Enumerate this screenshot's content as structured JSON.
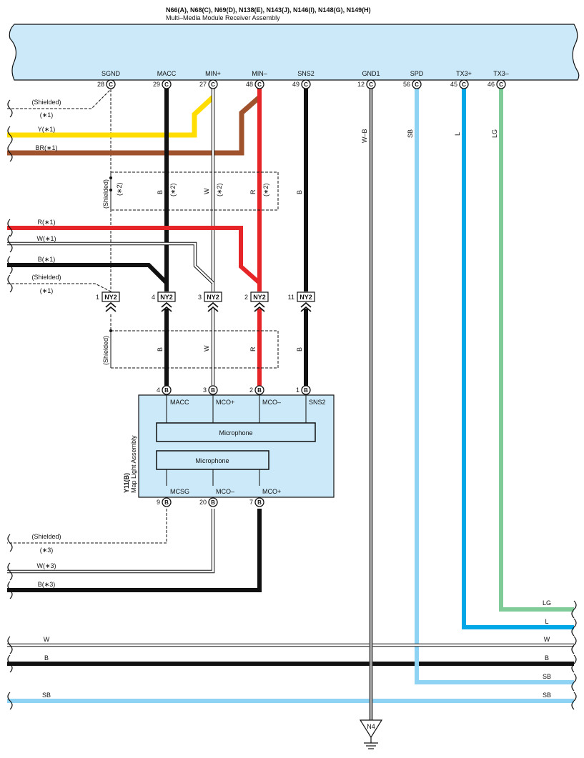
{
  "header": {
    "title": "N66(A), N68(C), N69(D), N138(E), N143(J), N146(I), N148(G), N149(H)",
    "subtitle": "Multi–Media Module Receiver Assembly"
  },
  "receiver_pins": [
    {
      "name": "SGND",
      "num": "28",
      "conn": "C"
    },
    {
      "name": "MACC",
      "num": "29",
      "conn": "C"
    },
    {
      "name": "MIN+",
      "num": "27",
      "conn": "C"
    },
    {
      "name": "MIN–",
      "num": "48",
      "conn": "C"
    },
    {
      "name": "SNS2",
      "num": "49",
      "conn": "C"
    },
    {
      "name": "GND1",
      "num": "12",
      "conn": "C"
    },
    {
      "name": "SPD",
      "num": "56",
      "conn": "C"
    },
    {
      "name": "TX3+",
      "num": "45",
      "conn": "C"
    },
    {
      "name": "TX3–",
      "num": "46",
      "conn": "C"
    }
  ],
  "left_wires_top": [
    {
      "label": "(Shielded)",
      "note": "(∗1)"
    },
    {
      "label": "Y(∗1)"
    },
    {
      "label": "BR(∗1)"
    }
  ],
  "left_wires_mid": [
    {
      "label": "R(∗1)"
    },
    {
      "label": "W(∗1)"
    },
    {
      "label": "B(∗1)"
    },
    {
      "label": "(Shielded)",
      "note": "(∗1)"
    }
  ],
  "left_wires_bottom": [
    {
      "label": "(Shielded)",
      "note": "(∗3)"
    },
    {
      "label": "W(∗3)"
    },
    {
      "label": "B(∗3)"
    }
  ],
  "shield_top": {
    "label": "(Shielded)",
    "note": "(∗2)"
  },
  "shield_bottom": {
    "label": "(Shielded)"
  },
  "wire_colors_upper": {
    "macc": "B",
    "macc_note": "(∗2)",
    "minp": "W",
    "minp_note": "(∗2)",
    "minm": "R",
    "minm_note": "(∗2)",
    "sns2": "B"
  },
  "wire_colors_lower": {
    "macc": "B",
    "minp": "W",
    "minm": "R",
    "sns2": "B"
  },
  "vertical_labels": {
    "gnd1": "W–B",
    "spd": "SB",
    "tx3p": "L",
    "tx3m": "LG"
  },
  "junction": [
    {
      "num": "1",
      "name": "NY2"
    },
    {
      "num": "4",
      "name": "NY2"
    },
    {
      "num": "3",
      "name": "NY2"
    },
    {
      "num": "2",
      "name": "NY2"
    },
    {
      "num": "11",
      "name": "NY2"
    }
  ],
  "map_light": {
    "id": "Y11(B)",
    "name": "Map Light Assembly",
    "top_pins": [
      {
        "num": "4",
        "conn": "B",
        "name": "MACC"
      },
      {
        "num": "3",
        "conn": "B",
        "name": "MCO+"
      },
      {
        "num": "2",
        "conn": "B",
        "name": "MCO–"
      },
      {
        "num": "1",
        "conn": "B",
        "name": "SNS2"
      }
    ],
    "bottom_pins": [
      {
        "num": "9",
        "conn": "B",
        "name": "MCSG"
      },
      {
        "num": "20",
        "conn": "B",
        "name": "MCO–"
      },
      {
        "num": "7",
        "conn": "B",
        "name": "MCO+"
      }
    ],
    "mic1": "Microphone",
    "mic2": "Microphone"
  },
  "right_wires": [
    {
      "label": "LG"
    },
    {
      "label": "L"
    },
    {
      "label": "W"
    },
    {
      "label": "B"
    },
    {
      "label": "SB"
    },
    {
      "label": "SB"
    }
  ],
  "bus_left": [
    {
      "label": "W"
    },
    {
      "label": "B"
    },
    {
      "label": "SB"
    }
  ],
  "ground": {
    "label": "N4"
  },
  "colors": {
    "module_fill": "#cbe9f8",
    "black": "#111111",
    "red": "#e52528",
    "yellow": "#ffdd00",
    "brown": "#a0522d",
    "sky_blue": "#8fd3f4",
    "blue": "#00a7e6",
    "light_green": "#7fcc99",
    "white_wire": "#ffffff"
  }
}
